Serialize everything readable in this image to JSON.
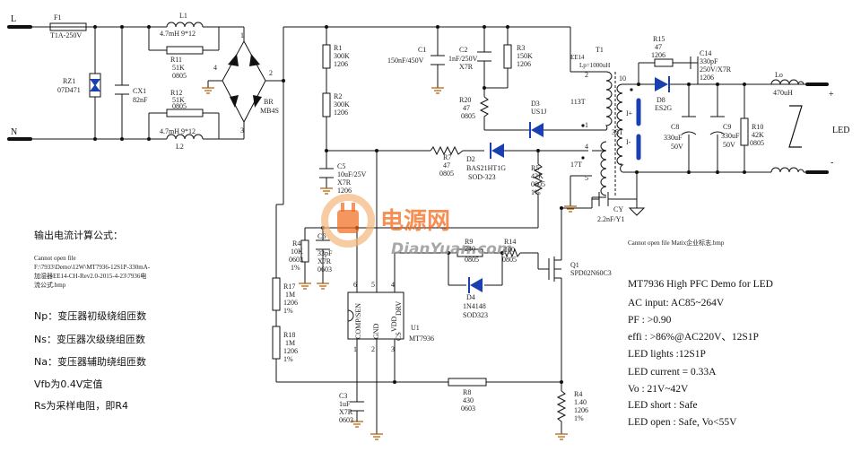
{
  "terminals": {
    "line": "L",
    "neutral": "N",
    "led_plus": "+",
    "led_minus": "-",
    "led": "LED"
  },
  "components": {
    "f1": {
      "ref": "F1",
      "value": "T1A-250V"
    },
    "l1": {
      "ref": "L1",
      "value": "4.7mH  9*12"
    },
    "l2": {
      "ref": "L2",
      "value": "4.7mH  9*12"
    },
    "r11": {
      "ref": "R11",
      "value": "51K",
      "pkg": "0805"
    },
    "r12": {
      "ref": "R12",
      "value": "51K",
      "pkg": "0805"
    },
    "rz1": {
      "ref": "RZ1",
      "value": "07D471"
    },
    "cx1": {
      "ref": "CX1",
      "value": "82nF"
    },
    "br": {
      "ref": "BR",
      "value": "MB4S"
    },
    "r1": {
      "ref": "R1",
      "value": "300K",
      "pkg": "1206"
    },
    "r2": {
      "ref": "R2",
      "value": "300K",
      "pkg": "1206"
    },
    "c1": {
      "ref": "C1",
      "value": "150nF/450V"
    },
    "c2": {
      "ref": "C2",
      "value": "1nF/250V",
      "pkg": "X7R"
    },
    "r3": {
      "ref": "R3",
      "value": "150K",
      "pkg": "1206"
    },
    "r20": {
      "ref": "R20",
      "value": "47",
      "pkg": "0805"
    },
    "d3": {
      "ref": "D3",
      "value": "US1J"
    },
    "t1": {
      "ref": "T1",
      "value": "Lp=1000uH",
      "core": "EE14"
    },
    "c5": {
      "ref": "C5",
      "value": "10uF/25V",
      "pkg": "X7R",
      "pkg2": "1206"
    },
    "r7": {
      "ref": "R7",
      "value": "47",
      "pkg": "0805"
    },
    "d2": {
      "ref": "D2",
      "value": "BAS21HT1G",
      "pkg": "SOD-323"
    },
    "r5": {
      "ref": "R5",
      "value": "42K",
      "pkg": "0805",
      "tol": "1%"
    },
    "r15": {
      "ref": "R15",
      "value": "47",
      "pkg": "1206"
    },
    "c14": {
      "ref": "C14",
      "value": "330pF",
      "rating": "250V/X7R",
      "pkg": "1206"
    },
    "d8": {
      "ref": "D8",
      "value": "ES2G"
    },
    "c8": {
      "ref": "C8",
      "value": "330uF",
      "v": "50V"
    },
    "c9": {
      "ref": "C9",
      "value": "330uF",
      "v": "50V"
    },
    "r10": {
      "ref": "R10",
      "value": "42K",
      "pkg": "0805"
    },
    "lo": {
      "ref": "Lo",
      "value": "470uH"
    },
    "cy": {
      "ref": "CY",
      "value": "2.2nF/Y1"
    },
    "r4": {
      "ref": "R4",
      "value": "10K",
      "pkg": "0603",
      "tol": "1%"
    },
    "c6": {
      "ref": "C6",
      "value": "33pF",
      "pkg": "X7R",
      "pkg2": "0603"
    },
    "r9": {
      "ref": "R9",
      "value": "240",
      "pkg": "0805"
    },
    "r14": {
      "ref": "R14",
      "value": "100",
      "pkg": "0805"
    },
    "q1": {
      "ref": "Q1",
      "value": "SPD02N60C3"
    },
    "d4": {
      "ref": "D4",
      "value": "1N4148",
      "pkg": "SOD323"
    },
    "u1": {
      "ref": "U1",
      "value": "MT7936",
      "pins": [
        "COMP/SEN",
        "GND",
        "VDD",
        "DRV",
        "CS"
      ]
    },
    "r17": {
      "ref": "R17",
      "value": "1M",
      "pkg": "1206",
      "tol": "1%"
    },
    "r18": {
      "ref": "R18",
      "value": "1M",
      "pkg": "1206",
      "tol": "1%"
    },
    "c3": {
      "ref": "C3",
      "value": "1uF",
      "pkg": "X7R",
      "pkg2": "0603"
    },
    "r8": {
      "ref": "R8",
      "value": "430",
      "pkg": "0603"
    },
    "rcs": {
      "ref": "R4",
      "value": "1.40",
      "pkg": "1206",
      "tol": "1%"
    }
  },
  "winding": {
    "np": "113T",
    "na": "35T",
    "ns": "17T",
    "pins": [
      "2",
      "1",
      "4",
      "5",
      "10",
      "7"
    ]
  },
  "output_labels": {
    "iplus": "I+",
    "iminus": "I-"
  },
  "pin_numbers": {
    "pin6": "6",
    "pin5": "5",
    "pin4": "4",
    "pin1": "1",
    "pin2": "2",
    "pin3": "3"
  },
  "left_notes": {
    "heading": "输出电流计算公式：",
    "file_line1": "Cannot open file",
    "file_line2": "F:\\7933\\Demo\\12W\\MT7936-12S1P-330mA-",
    "file_line3": "加湿器EE14-CH-Rev2.0-2015-4-23\\7936电",
    "file_line4": "流公式.bmp",
    "np": "Np：变压器初级绕组匝数",
    "ns": "Ns：变压器次级绕组匝数",
    "na": "Na：变压器辅助绕组匝数",
    "vfb": "Vfb为0.4V定值",
    "rs": "Rs为采样电阻，即R4"
  },
  "right_note": "Cannot open file Matix企业标志.bmp",
  "specs": {
    "title": "MT7936 High PFC Demo for LED",
    "ac": "AC input: AC85~264V",
    "pf": "PF : >0.90",
    "eff": "effi : >86%@AC220V、12S1P",
    "lights": "LED lights :12S1P",
    "current": "LED current = 0.33A",
    "vo": "Vo : 21V~42V",
    "short": "LED short : Safe",
    "open": "LED open : Safe, Vo<55V"
  },
  "watermark": {
    "cn": "电源网",
    "en": "DianYuan.com"
  },
  "colors": {
    "wire": "#111111",
    "diode": "#1a3fb0",
    "watermark": "#f26a1b"
  }
}
